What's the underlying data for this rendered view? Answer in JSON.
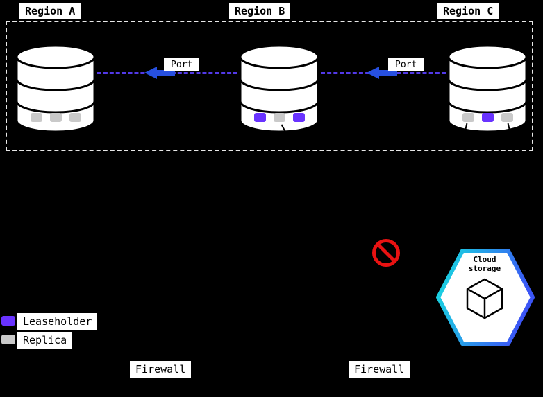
{
  "regions": [
    {
      "label": "Region A",
      "stores": [
        "replica",
        "replica",
        "replica"
      ]
    },
    {
      "label": "Region B",
      "stores": [
        "leaseholder",
        "replica",
        "leaseholder"
      ]
    },
    {
      "label": "Region C",
      "stores": [
        "replica",
        "leaseholder",
        "replica"
      ]
    }
  ],
  "links": [
    {
      "label": "Port"
    },
    {
      "label": "Port"
    }
  ],
  "firewalls": [
    {
      "label": "Firewall"
    },
    {
      "label": "Firewall"
    }
  ],
  "legend": {
    "items": [
      {
        "swatch": "leaseholder",
        "label": "Leaseholder"
      },
      {
        "swatch": "replica",
        "label": "Replica"
      }
    ]
  },
  "cloud_storage": {
    "label": "Cloud storage"
  },
  "colors": {
    "background": "#000000",
    "chip-bg": "#ffffff",
    "chip-text": "#000000",
    "boundary-dash": "#e8e8e8",
    "leaseholder": "#6933ff",
    "replica": "#c9c9c9",
    "link-dash": "#5239e8",
    "arrow": "#2750e0",
    "prohibit": "#e91212",
    "hex-start": "#16dfdf",
    "hex-end": "#3b55f5",
    "shape-stroke": "#000000",
    "shape-fill": "#ffffff"
  }
}
